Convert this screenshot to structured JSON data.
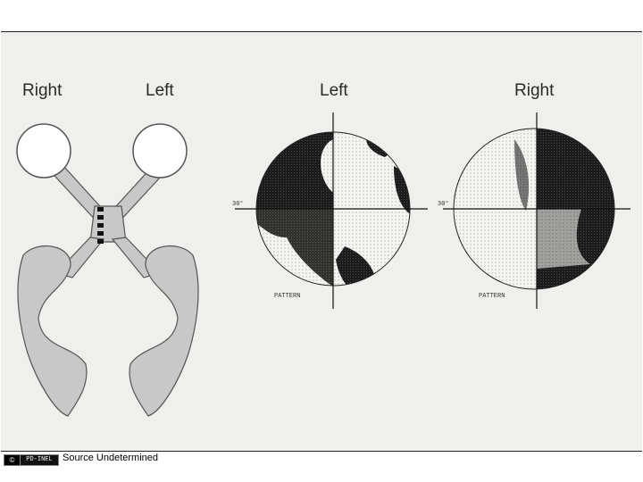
{
  "diagram": {
    "labels": {
      "anatomy_right": "Right",
      "anatomy_left": "Left",
      "field_left": "Left",
      "field_right": "Right"
    },
    "field_tags": {
      "left_axis": "30°",
      "right_axis": "30°",
      "left_pattern": "PATTERN",
      "right_pattern": "PATTERN"
    },
    "colors": {
      "slide_background": "#efefed",
      "anatomy_fill": "#c8c8c8",
      "lesion_mark": "#111111",
      "dark_field": "#1a1a1a",
      "light_field": "#f2f2f2"
    }
  },
  "footer": {
    "cc_icon": "cc-icon",
    "license_badge": "PD-INEL",
    "source_text": "Source Undetermined"
  }
}
